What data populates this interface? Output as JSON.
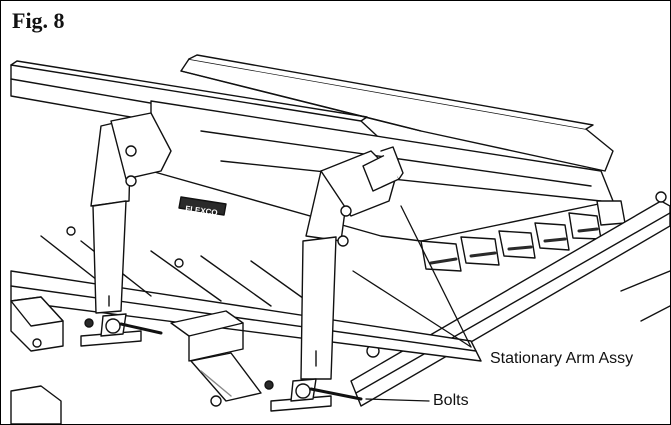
{
  "figure": {
    "label": "Fig. 8",
    "logo_text": "FLEXCO"
  },
  "callouts": {
    "stationary_arm": "Stationary Arm Assy",
    "bolts": "Bolts"
  },
  "colors": {
    "line": "#111111",
    "fill": "#ffffff",
    "shade": "#2a2a2a",
    "gray": "#8a8a8a"
  }
}
